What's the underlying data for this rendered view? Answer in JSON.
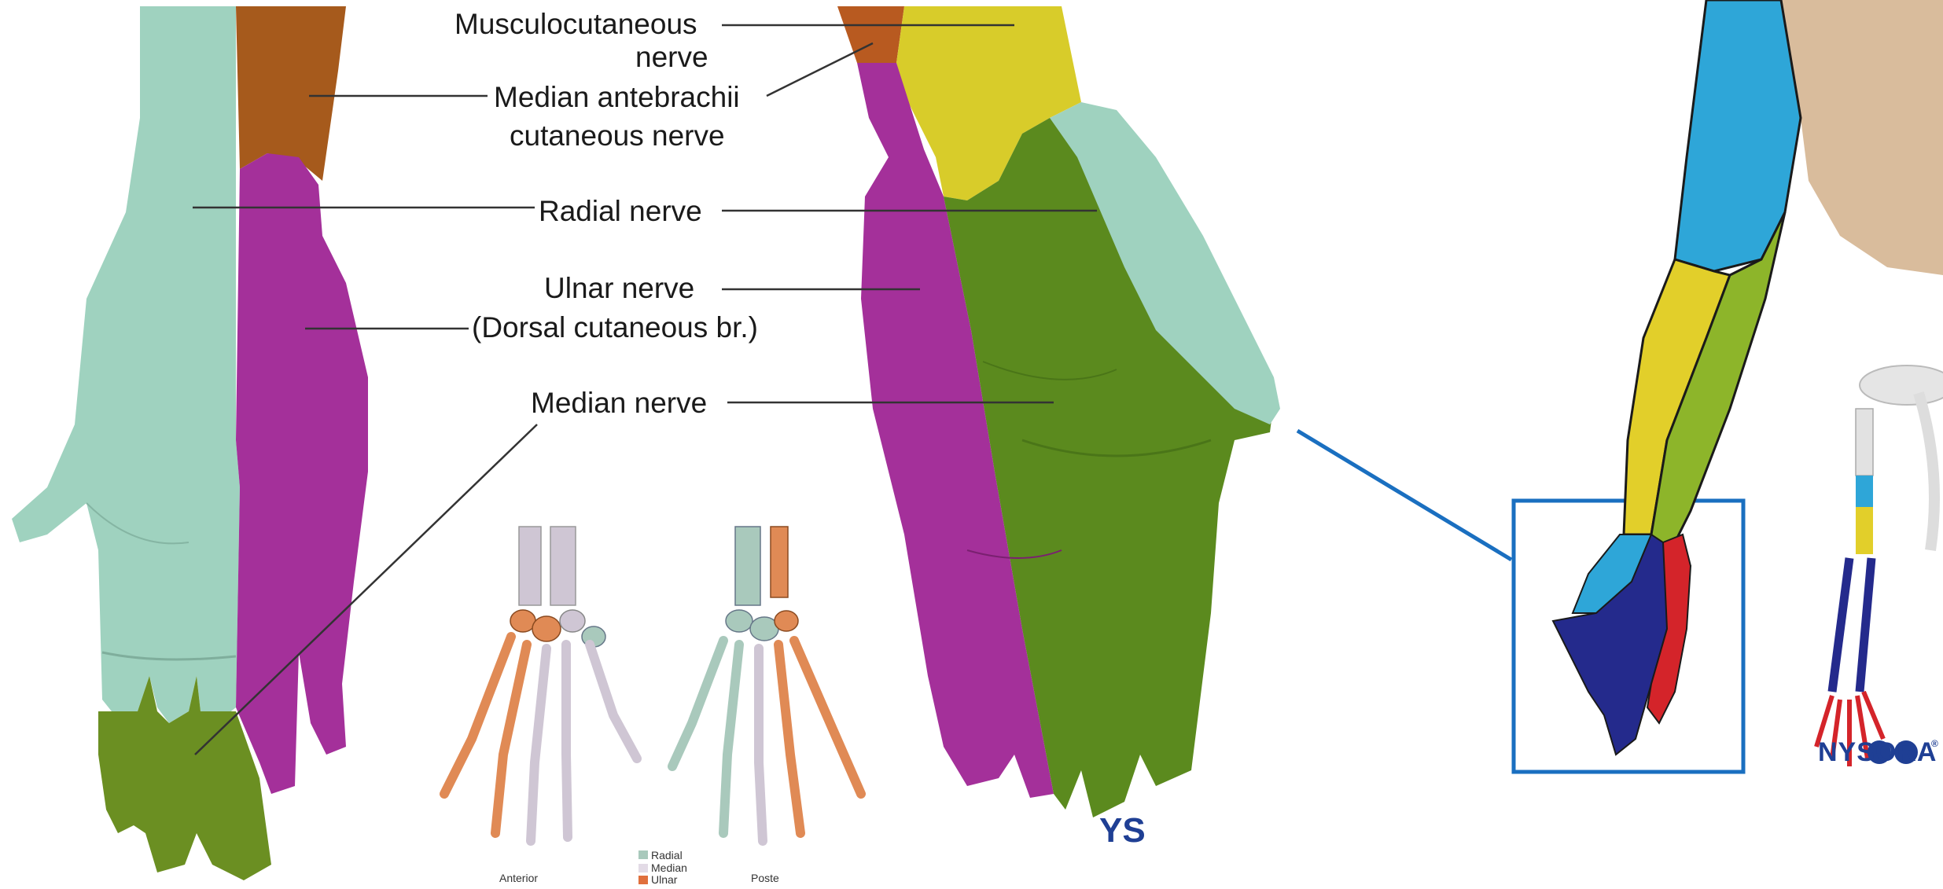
{
  "labels": {
    "musculocutaneous_1": "Musculocutaneous",
    "musculocutaneous_2": "nerve",
    "median_antebrachii_1": "Median antebrachii",
    "median_antebrachii_2": "cutaneous nerve",
    "radial": "Radial nerve",
    "ulnar_1": "Ulnar nerve",
    "ulnar_2": "(Dorsal cutaneous br.)",
    "median": "Median nerve"
  },
  "inset": {
    "anterior": "Anterior",
    "posterior": "Poste",
    "legend": [
      "Radial",
      "Median",
      "Ulnar"
    ]
  },
  "logo": {
    "text": "NYSORA",
    "mark": "®",
    "fragment": "YS"
  },
  "colors": {
    "radial": "#9fd2bf",
    "median": "#5b8a1e",
    "ulnar": "#a4309a",
    "musculocutaneous": "#d8cc2a",
    "median_antebrachii": "#a65a1c",
    "highlight_box": "#1a6fc0",
    "bone_radial": "#a9c9bc",
    "bone_median": "#cfc6d4",
    "bone_ulnar": "#e08a55"
  }
}
